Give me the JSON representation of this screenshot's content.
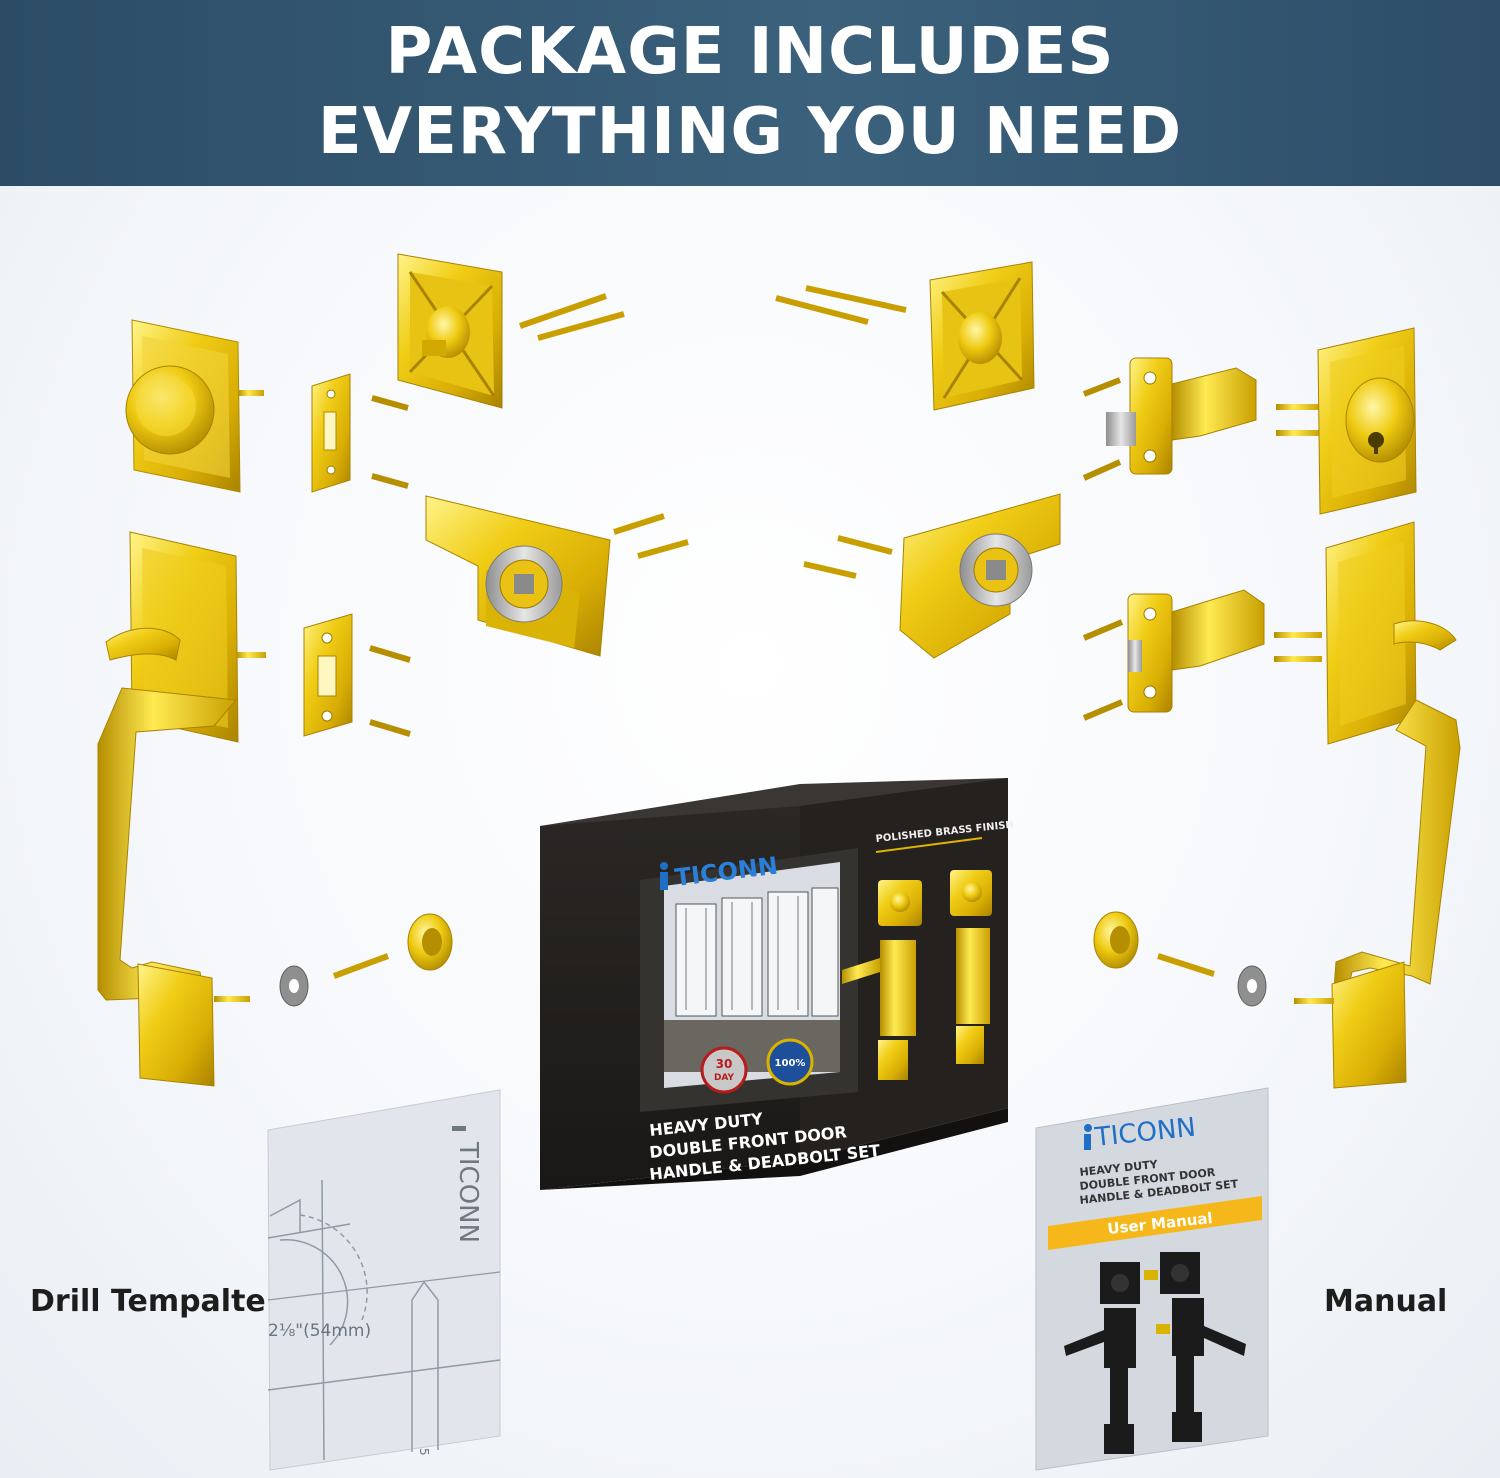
{
  "header": {
    "line1": "PACKAGE INCLUDES",
    "line2": "EVERYTHING YOU NEED"
  },
  "labels": {
    "left": "Drill Tempalte",
    "right": "Manual"
  },
  "box": {
    "brand": "TICONN",
    "finish": "POLISHED BRASS FINISH",
    "title_line1": "HEAVY DUTY",
    "title_line2": "DOUBLE FRONT DOOR",
    "title_line3": "HANDLE & DEADBOLT SET",
    "badge_left_top": "30",
    "badge_left_bottom": "DAY",
    "badge_right": "100%"
  },
  "template": {
    "brand": "TICONN",
    "measurement": "2⅛\"(54mm)",
    "page_number": "5"
  },
  "manual": {
    "brand": "TICONN",
    "title_line1": "HEAVY DUTY",
    "title_line2": "DOUBLE FRONT DOOR",
    "title_line3": "HANDLE & DEADBOLT SET",
    "banner": "User Manual"
  },
  "colors": {
    "brass": "#e9c20c",
    "brass_light": "#fff07a",
    "brass_dark": "#a98300",
    "header_bg": "#35586f",
    "box_dark": "#1f1d1b",
    "manual_yellow": "#f6b71a",
    "ticonn_blue": "#1f6fc6"
  }
}
